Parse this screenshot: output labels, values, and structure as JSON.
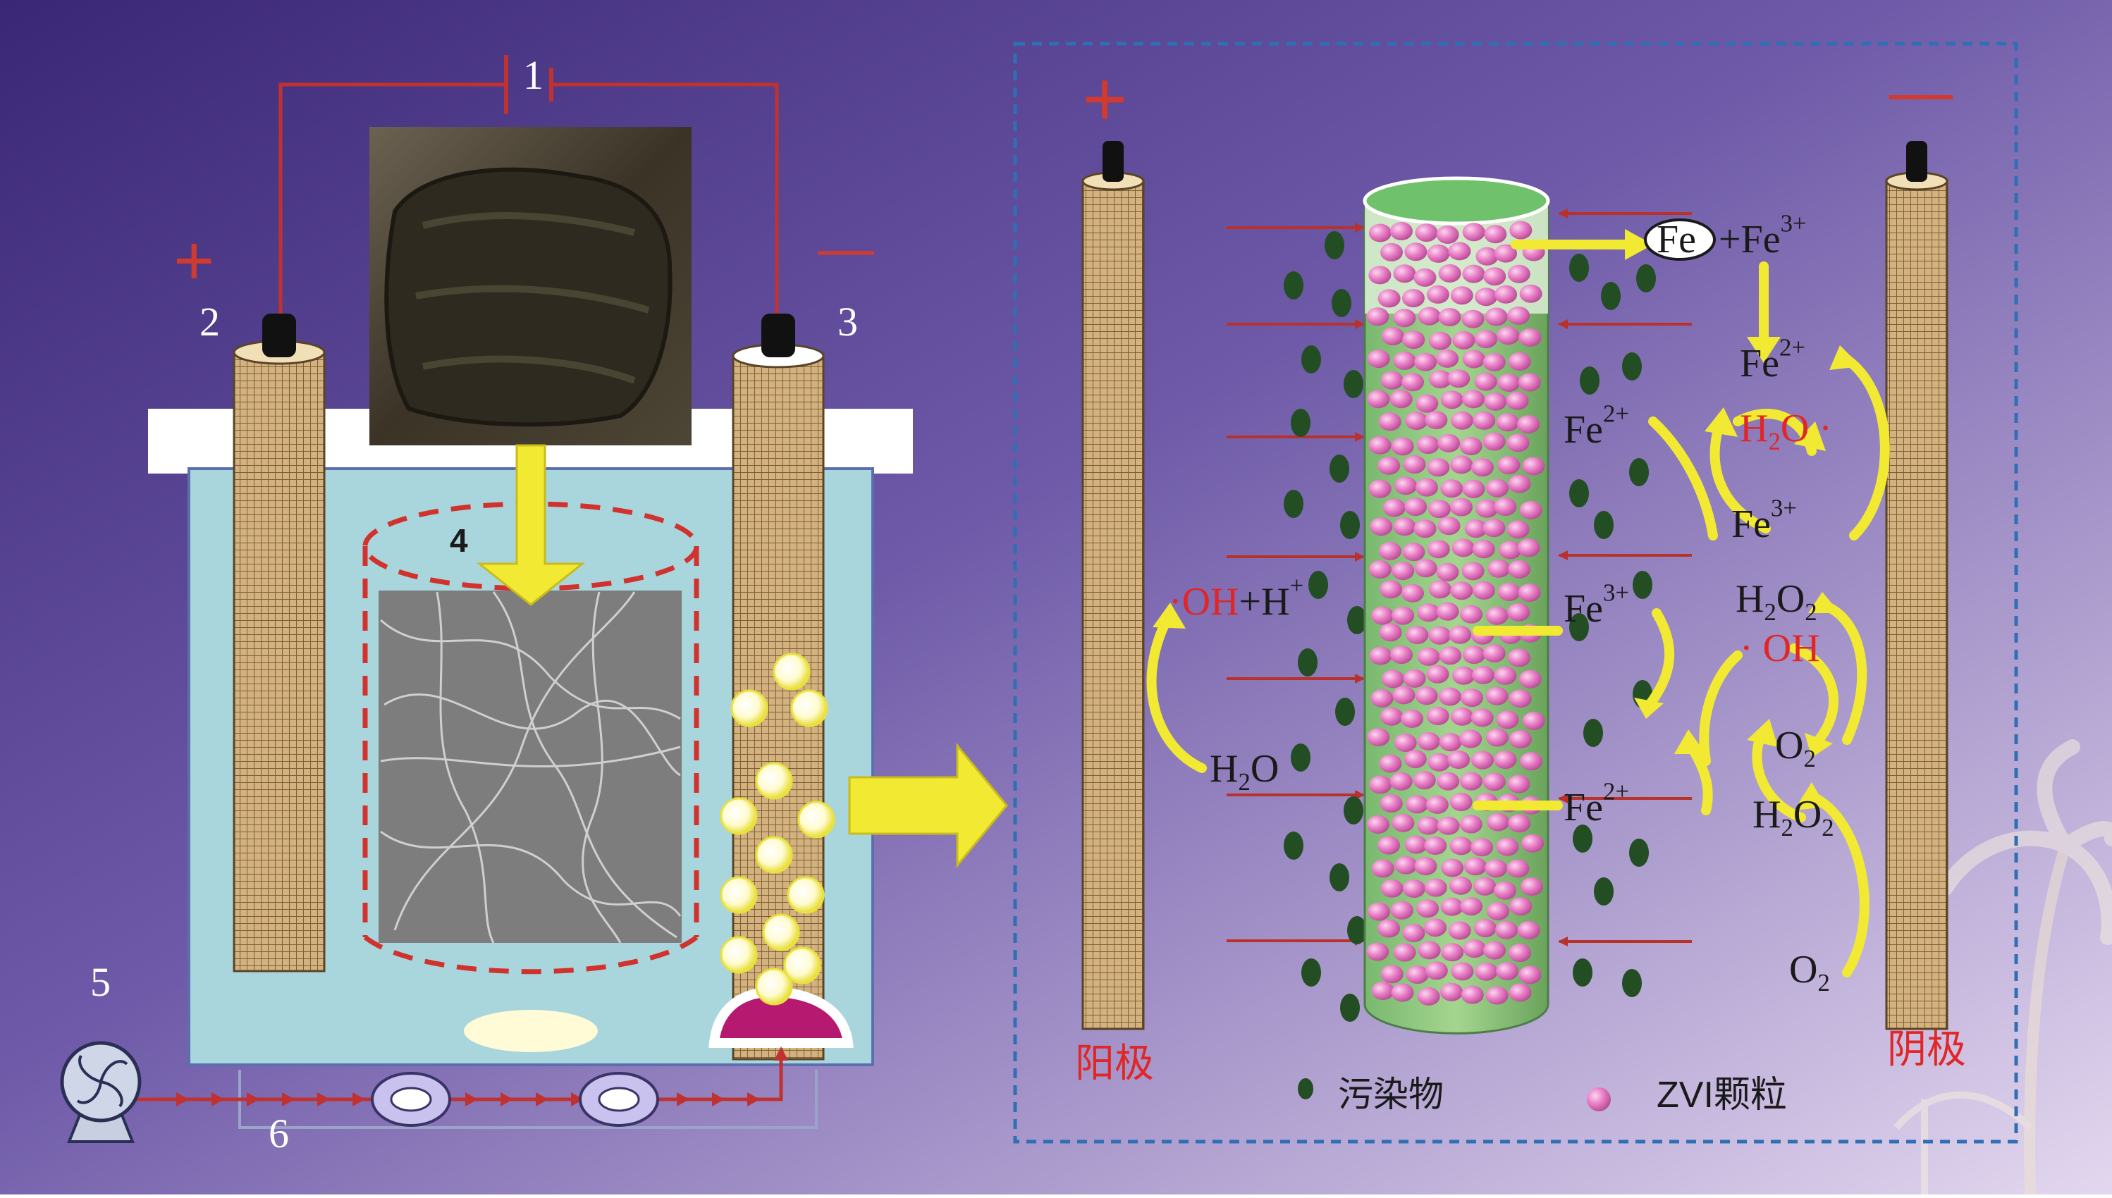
{
  "colors": {
    "background_top": "#3d2a7a",
    "background_bottom": "#d8c8ea",
    "tank": "#a9d6dc",
    "electrode": "#c9a673",
    "wire": "#c0322f",
    "arrow_yellow": "#f2ea32",
    "zvi_pink": "#e97fc6",
    "pollutant_green": "#234d23",
    "label_red": "#e02626"
  },
  "left_panel": {
    "labels": {
      "power": "1",
      "anode": "2",
      "cathode": "3",
      "reactor": "4",
      "pump": "5",
      "pipe": "6"
    },
    "signs": {
      "anode": "+",
      "cathode": "—"
    }
  },
  "right_panel": {
    "signs": {
      "anode": "+",
      "cathode": "—"
    },
    "electrode_labels": {
      "anode": "阳极",
      "cathode": "阴极"
    },
    "anode_reaction": {
      "dot": "·",
      "oh": "OH",
      "plus_h": "+H",
      "h_sup": "+",
      "water": "H",
      "water_sub": "2",
      "water_o": "O"
    },
    "column_labels": {
      "fe2_upper": {
        "text": "Fe",
        "sup": "2+"
      },
      "fe3_middle": {
        "text": "Fe",
        "sup": "3+"
      },
      "fe2_lower": {
        "text": "Fe",
        "sup": "2+"
      }
    },
    "top_reaction": {
      "fe": "Fe",
      "plus_fe": "+Fe",
      "sup": "3+"
    },
    "cathode_chain": {
      "fe2": {
        "text": "Fe",
        "sup": "2+"
      },
      "h2o_radical": {
        "h": "H",
        "sub": "2",
        "o": "O",
        "dot": "·"
      },
      "fe3": {
        "text": "Fe",
        "sup": "3+"
      },
      "h2o2_upper": {
        "h": "H",
        "sub": "2",
        "o": "O",
        "sub2": "2"
      },
      "oh_radical": {
        "dot": "·",
        "text": "OH"
      },
      "o2_upper": {
        "text": "O",
        "sub": "2"
      },
      "h2o2_lower": {
        "h": "H",
        "sub": "2",
        "o": "O",
        "sub2": "2"
      },
      "o2_lower": {
        "text": "O",
        "sub": "2"
      }
    },
    "legend": {
      "pollutant": "污染物",
      "zvi": "ZVI颗粒"
    }
  }
}
